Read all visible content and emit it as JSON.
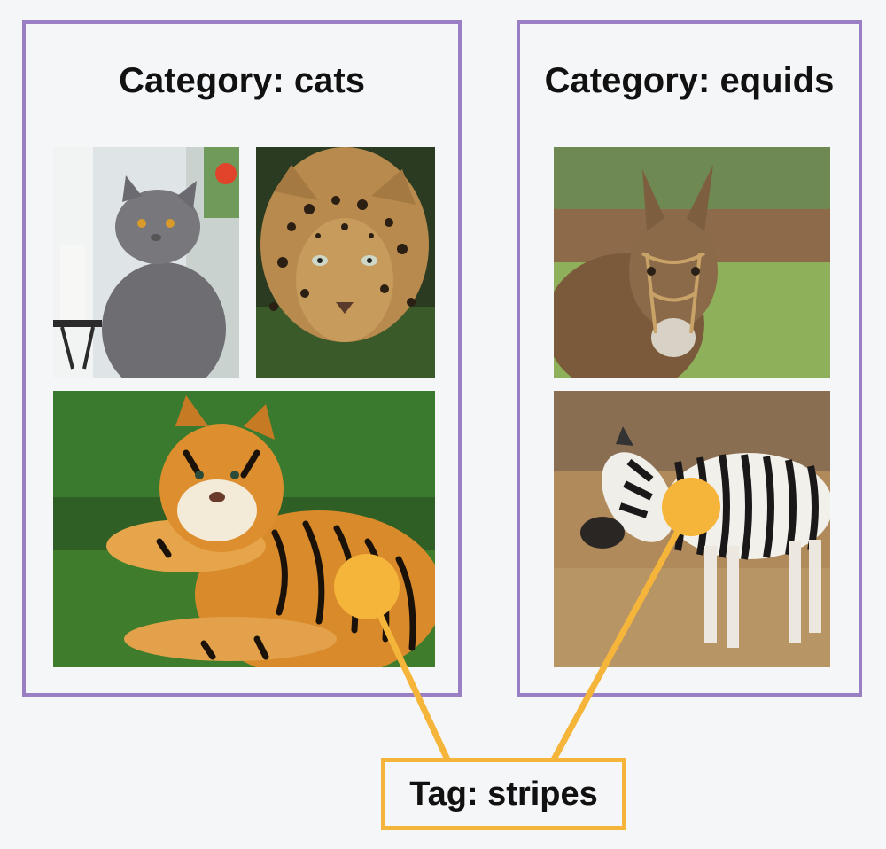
{
  "panels": {
    "cats": {
      "title": "Category: cats",
      "photos": [
        {
          "id": "cat",
          "subject": "grey cat"
        },
        {
          "id": "leopard",
          "subject": "leopard"
        },
        {
          "id": "tiger",
          "subject": "tiger"
        }
      ]
    },
    "equids": {
      "title": "Category: equids",
      "photos": [
        {
          "id": "donkey",
          "subject": "donkey"
        },
        {
          "id": "zebra",
          "subject": "zebra"
        }
      ]
    }
  },
  "tag": {
    "label": "Tag: stripes",
    "tagged_photos": [
      "tiger",
      "zebra"
    ]
  },
  "colors": {
    "panel_border": "#9b7fc4",
    "tag_accent": "#f5b43a",
    "background": "#f5f6f8"
  }
}
